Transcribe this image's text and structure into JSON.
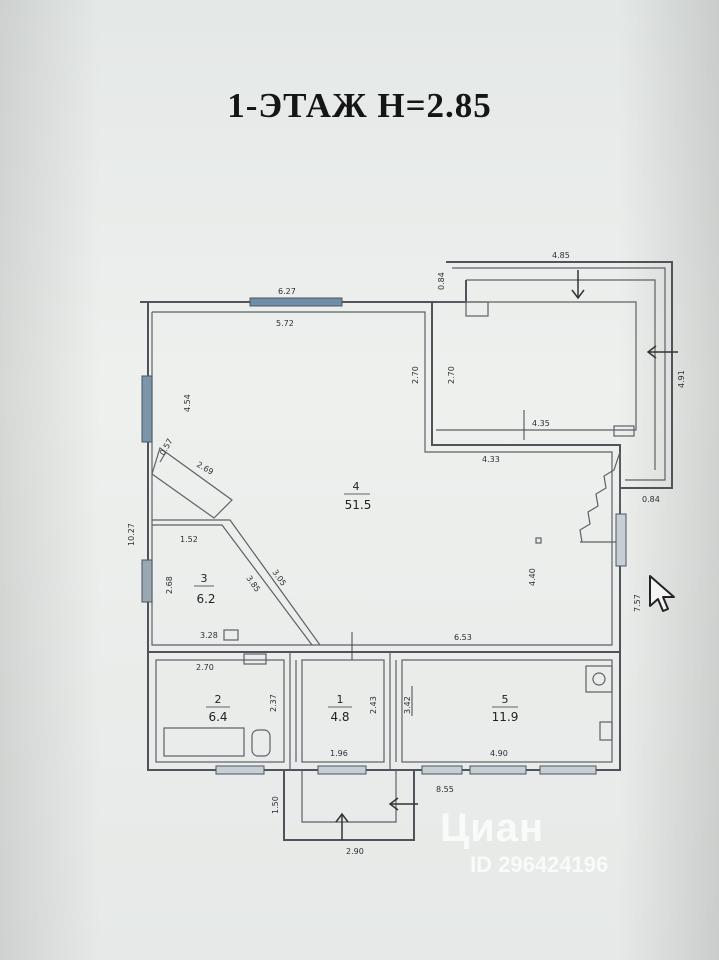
{
  "title": "1-ЭТАЖ  H=2.85",
  "rooms": [
    {
      "number": "1",
      "area": "4.8"
    },
    {
      "number": "2",
      "area": "6.4"
    },
    {
      "number": "3",
      "area": "6.2"
    },
    {
      "number": "4",
      "area": "51.5"
    },
    {
      "number": "5",
      "area": "11.9"
    }
  ],
  "dimensions": {
    "top_outer": "6.27",
    "top_inner": "5.72",
    "left_upper": "4.54",
    "left_total": "10.27",
    "mid_wall_a": "2.70",
    "mid_wall_b": "2.70",
    "terrace_top": "4.85",
    "terrace_wall": "0.84",
    "terrace_side": "4.91",
    "terrace_bottom": "0.84",
    "upper_room": "4.35",
    "upper_room_b": "4.33",
    "stair_width": "4.40",
    "right_side": "7.57",
    "room3_width": "1.52",
    "room3_height": "2.68",
    "room3_bottom": "3.28",
    "diag_a": "0.57",
    "diag_b": "2.69",
    "diag_c": "3.05",
    "diag_d": "3.85",
    "bottom_hall": "6.53",
    "room2_width": "2.70",
    "room2_height": "2.37",
    "room1_h1": "2.43",
    "room1_h2": "3.42",
    "room1_width": "1.96",
    "room5_width": "4.90",
    "porch_total": "8.55",
    "porch_side": "1.50",
    "porch_width": "2.90"
  },
  "watermark": {
    "brand": "Циан",
    "id": "ID 296424196"
  },
  "colors": {
    "wall": "#50545a",
    "window": "#6f8fa8",
    "background": "#e9ecea"
  },
  "icons": [
    "cursor-arrow-icon",
    "cian-logo-icon"
  ]
}
